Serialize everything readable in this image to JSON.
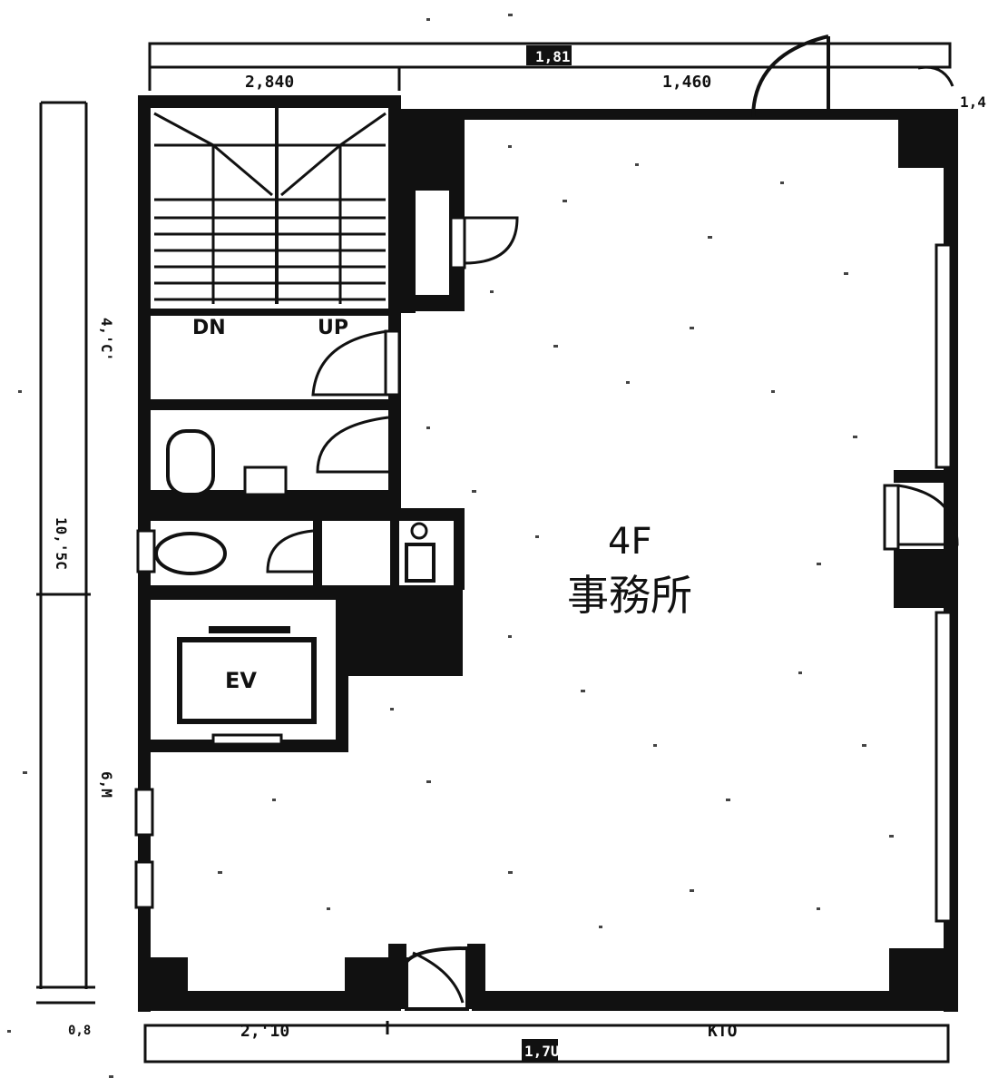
{
  "floor_label": "4F",
  "room_label": "事務所",
  "rooms": {
    "stair_down": "DN",
    "stair_up": "UP",
    "elevator": "EV"
  },
  "dimensions": {
    "top_left": "2,840",
    "top_right": "1,460",
    "top_middle": "1,81",
    "top_far_right": "1,4",
    "left_upper": "4,'C'",
    "left_middle": "10,'5C",
    "left_lower": "6,M",
    "left_bottom_corner": "0,8",
    "bottom_left": "2,'10",
    "bottom_right": "KTO",
    "bottom_middle": "1,7U"
  },
  "colors": {
    "ink": "#111111",
    "paper": "#ffffff"
  }
}
